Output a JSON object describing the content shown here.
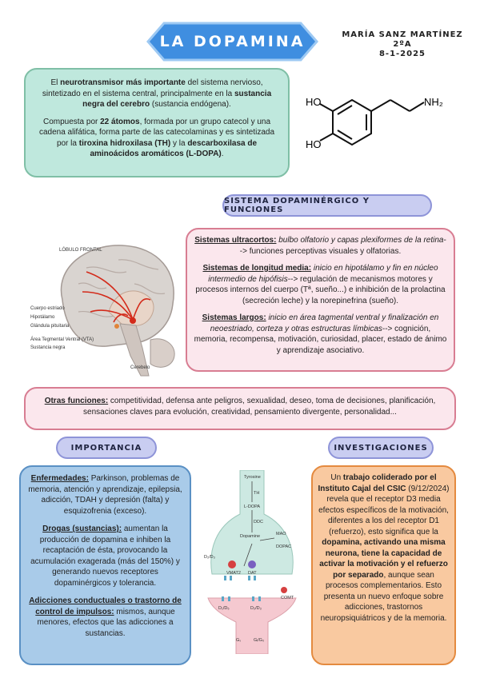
{
  "header": {
    "title": "LA DOPAMINA",
    "author": "MARÍA SANZ MARTÍNEZ 2ºA",
    "date": "8-1-2025"
  },
  "molecule": {
    "ho_top": "HO",
    "ho_bottom": "HO",
    "nh2": "NH₂"
  },
  "intro": {
    "p1": [
      {
        "t": "El ",
        "s": ""
      },
      {
        "t": "neurotransmisor más importante",
        "s": "b"
      },
      {
        "t": " del sistema nervioso, sintetizado en el sistema central, principalmente en la ",
        "s": ""
      },
      {
        "t": "sustancia negra del cerebro",
        "s": "b"
      },
      {
        "t": " (sustancia endógena).",
        "s": ""
      }
    ],
    "p2": [
      {
        "t": "Compuesta por ",
        "s": ""
      },
      {
        "t": "22 átomos",
        "s": "b"
      },
      {
        "t": ", formada por un grupo catecol y una cadena alifática, forma parte de las catecolaminas y es sintetizada por la ",
        "s": ""
      },
      {
        "t": "tiroxina hidroxilasa (TH)",
        "s": "b"
      },
      {
        "t": " y la ",
        "s": ""
      },
      {
        "t": "descarboxilasa de aminoácidos aromáticos (L-DOPA)",
        "s": "b"
      },
      {
        "t": ".",
        "s": ""
      }
    ]
  },
  "sections": {
    "sistema": "SISTEMA DOPAMINÉRGICO Y FUNCIONES",
    "importancia": "IMPORTANCIA",
    "investigaciones": "INVESTIGACIONES"
  },
  "brain_labels": {
    "lobulo": "LÓBULO FRONTAL",
    "cuerpo": "Cuerpo estriado",
    "hipotalamo": "Hipotálamo",
    "glandula": "Glándula pituitaria",
    "area": "Área Tegmental Ventral (VTA)",
    "sustancia": "Sustancia negra",
    "cerebelo": "Cerebelo"
  },
  "systems": {
    "ultracortos": [
      {
        "t": "Sistemas ultracortos:",
        "s": "u"
      },
      {
        "t": " bulbo olfatorio y capas plexiformes de la retina",
        "s": "i"
      },
      {
        "t": "--> funciones perceptivas visuales y olfatorias.",
        "s": ""
      }
    ],
    "longitud_media": [
      {
        "t": "Sistemas de longitud media:",
        "s": "u"
      },
      {
        "t": " inicio en hipotálamo y fin en núcleo intermedio de hipófisis",
        "s": "i"
      },
      {
        "t": "--> regulación de mecanismos motores y procesos internos del cuerpo (Tª, sueño...) e inhibición de la prolactina (secreción leche) y la norepinefrina (sueño).",
        "s": ""
      }
    ],
    "largos": [
      {
        "t": "Sistemas largos:",
        "s": "u"
      },
      {
        "t": " inicio en área tagmental ventral y finalización en neoestriado, corteza y otras estructuras límbicas",
        "s": "i"
      },
      {
        "t": "--> cognición, memoria, recompensa, motivación, curiosidad, placer, estado de ánimo y aprendizaje asociativo.",
        "s": ""
      }
    ]
  },
  "other": [
    {
      "t": "Otras funciones:",
      "s": "u"
    },
    {
      "t": " competitividad, defensa ante peligros, sexualidad, deseo, toma de decisiones, planificación, sensaciones claves para evolución, creatividad, pensamiento divergente, personalidad...",
      "s": ""
    }
  ],
  "importancia": {
    "enfermedades": [
      {
        "t": "Enfermedades:",
        "s": "u"
      },
      {
        "t": " Parkinson, problemas de memoria, atención y aprendizaje, epilepsia, adicción, TDAH y depresión (falta) y esquizofrenia (exceso).",
        "s": ""
      }
    ],
    "drogas": [
      {
        "t": "Drogas (sustancias):",
        "s": "u"
      },
      {
        "t": " aumentan la producción de dopamina e inhiben la recaptación de ésta, provocando la acumulación exagerada (más del 150%) y generando nuevos receptores dopaminérgicos y tolerancia.",
        "s": ""
      }
    ],
    "adicciones": [
      {
        "t": "Adicciones conductuales o trastorno de control de impulsos:",
        "s": "u"
      },
      {
        "t": " mismos, aunque menores, efectos que las adicciones a sustancias.",
        "s": ""
      }
    ]
  },
  "investigaciones": [
    {
      "t": "Un ",
      "s": ""
    },
    {
      "t": "trabajo coliderado por el Instituto Cajal del CSIC",
      "s": "b"
    },
    {
      "t": " (9/12/2024) revela que el receptor D3 media efectos específicos de la motivación, diferentes a los del receptor D1 (refuerzo), esto significa que la ",
      "s": ""
    },
    {
      "t": "dopamina, activando una misma neurona, tiene la capacidad de activar la motivación y el refuerzo por separado",
      "s": "b"
    },
    {
      "t": ", aunque sean procesos complementarios. Esto presenta un nuevo enfoque sobre adicciones, trastornos neuropsiquiátricos y de la memoria.",
      "s": ""
    }
  ],
  "synapse_labels": {
    "tyrosine": "Tyrosine",
    "th": "TH",
    "ldopa": "L-DOPA",
    "ddc": "DDC",
    "dopamine": "Dopamine",
    "mao": "MAO",
    "dopac": "DOPAC",
    "d2": "D₂/D₃",
    "vmat": "VMAT2",
    "dat": "DAT",
    "comt": "COMT",
    "d1d5": "D₁/D₅",
    "d2d3": "D₂/D₃",
    "gs": "Gₛ",
    "gi": "Gᵢ/G₀"
  },
  "colors": {
    "intro_bg": "#bfe8dd",
    "systems_bg": "#fbe7ed",
    "importancia_bg": "#a9cbe9",
    "invest_bg": "#f9c9a0",
    "pill_bg": "#c9cdf1",
    "banner": "#3f8ee0"
  }
}
